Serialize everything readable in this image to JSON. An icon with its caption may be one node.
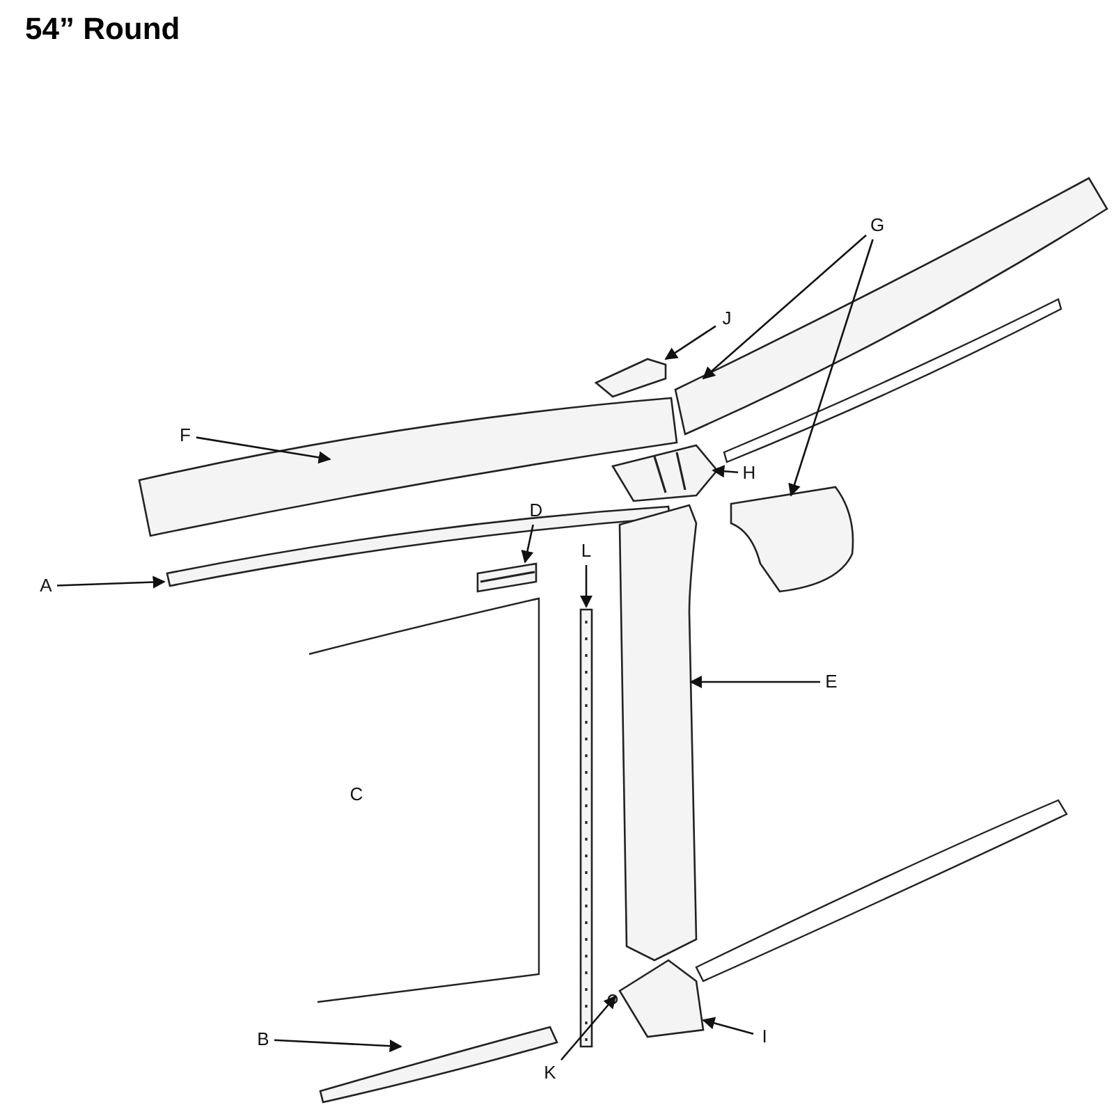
{
  "diagram": {
    "title": "54” Round",
    "nodes": [
      {
        "text": [
          "G"
        ]
      },
      {
        "text": [
          "J"
        ]
      },
      {
        "text": [
          "F"
        ]
      },
      {
        "text": [
          "H"
        ]
      },
      {
        "text": [
          "D"
        ]
      },
      {
        "text": [
          "L"
        ]
      },
      {
        "text": [
          "A"
        ]
      },
      {
        "text": [
          "E"
        ]
      },
      {
        "text": [
          "B"
        ]
      },
      {
        "text": [
          "I"
        ]
      },
      {
        "text": [
          "K"
        ]
      },
      {
        "text": [],
        "shape": "picture"
      },
      {
        "text": [],
        "shape": "picture"
      },
      {
        "text": [],
        "shape": "picture"
      },
      {
        "text": [],
        "shape": "picture"
      },
      {
        "text": [],
        "shape": "picture"
      },
      {
        "text": [],
        "shape": "picture"
      },
      {
        "text": [],
        "shape": "picture"
      },
      {
        "text": [],
        "shape": "picture"
      },
      {
        "text": [],
        "shape": "picture"
      },
      {
        "text": [],
        "shape": "picture"
      },
      {
        "text": [],
        "shape": "picture"
      },
      {
        "text": [],
        "shape": "circle"
      }
    ],
    "edges": [
      {
        "from": 0,
        "to": 11,
        "arrow": "to"
      },
      {
        "from": 0,
        "to": 12,
        "arrow": "to"
      },
      {
        "from": 1,
        "to": 13,
        "arrow": "to"
      },
      {
        "from": 2,
        "to": 14,
        "arrow": "to"
      },
      {
        "from": 3,
        "to": 15,
        "arrow": "to"
      },
      {
        "from": 4,
        "to": 16,
        "arrow": "to"
      },
      {
        "from": 5,
        "to": 17,
        "arrow": "to"
      },
      {
        "from": 6,
        "to": 18,
        "arrow": "to"
      },
      {
        "from": 7,
        "to": 19,
        "arrow": "to"
      },
      {
        "from": 8,
        "to": 20,
        "arrow": "to"
      },
      {
        "from": 9,
        "to": 21,
        "arrow": "to"
      },
      {
        "from": 10,
        "to": 22,
        "arrow": "to"
      }
    ],
    "labels": [
      "C"
    ]
  }
}
